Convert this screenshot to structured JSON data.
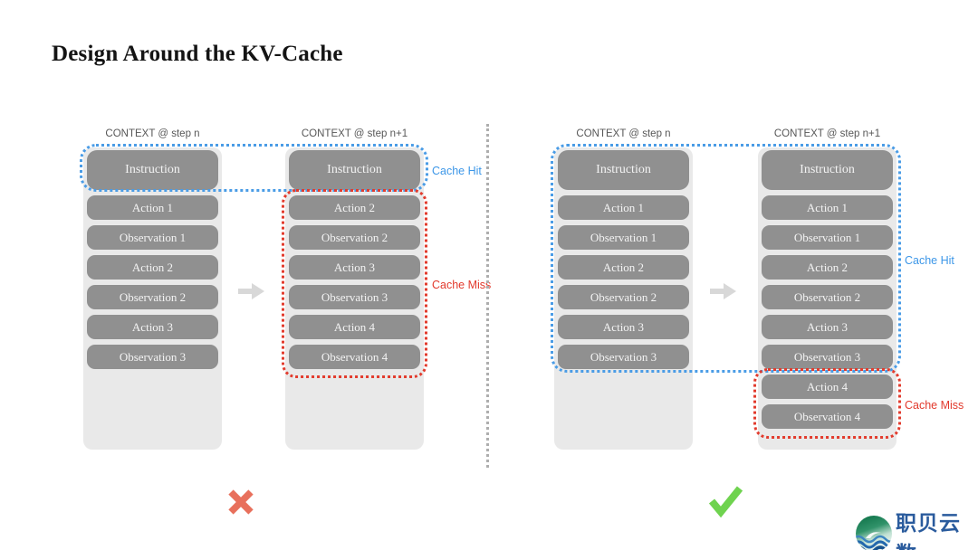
{
  "slide": {
    "title": "Design Around the KV-Cache"
  },
  "left_diagram": {
    "verdict": "wrong",
    "step_n": {
      "header": "CONTEXT @ step n",
      "boxes": [
        "Instruction",
        "Action 1",
        "Observation 1",
        "Action 2",
        "Observation 2",
        "Action 3",
        "Observation 3"
      ]
    },
    "step_n1": {
      "header": "CONTEXT @ step n+1",
      "boxes": [
        "Instruction",
        "Action 2",
        "Observation 2",
        "Action 3",
        "Observation 3",
        "Action 4",
        "Observation 4"
      ]
    },
    "cache_hit": "Cache Hit",
    "cache_miss": "Cache Miss"
  },
  "right_diagram": {
    "verdict": "correct",
    "step_n": {
      "header": "CONTEXT @ step n",
      "boxes": [
        "Instruction",
        "Action 1",
        "Observation 1",
        "Action 2",
        "Observation 2",
        "Action 3",
        "Observation 3"
      ]
    },
    "step_n1": {
      "header": "CONTEXT @ step n+1",
      "boxes": [
        "Instruction",
        "Action 1",
        "Observation 1",
        "Action 2",
        "Observation 2",
        "Action 3",
        "Observation 3",
        "Action 4",
        "Observation 4"
      ]
    },
    "cache_hit": "Cache Hit",
    "cache_miss": "Cache Miss"
  },
  "logo": {
    "text": "职贝云数"
  },
  "icons": {
    "wrong_mark": "cross-icon",
    "correct_mark": "check-icon",
    "transition": "right-arrow-icon"
  },
  "colors": {
    "cache_hit": "#3d97e8",
    "cache_miss": "#e2392c",
    "box": "#909090",
    "container": "#e9e9e9",
    "wrong_mark": "#e8705c",
    "correct_mark": "#6fd34f",
    "logo_text": "#2a5b9d"
  }
}
